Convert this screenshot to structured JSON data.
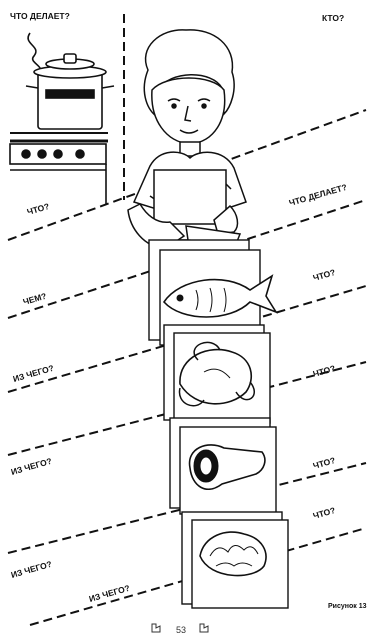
{
  "labels": {
    "what_does_top": "ЧТО ДЕЛАЕТ?",
    "who": "КТО?",
    "what_1": "ЧТО?",
    "what_does_2": "ЧТО ДЕЛАЕТ?",
    "with_what": "ЧЕМ?",
    "what_2": "ЧТО?",
    "from_what_1": "ИЗ ЧЕГО?",
    "what_3": "ЧТО?",
    "from_what_2": "ИЗ ЧЕГО?",
    "what_4": "ЧТО?",
    "from_what_3": "ИЗ ЧЕГО?",
    "what_5": "ЧТО?",
    "from_what_4": "ИЗ ЧЕГО?"
  },
  "figure_caption": "Рисунок 13",
  "page_number": "53",
  "icons": {
    "left": "pointing-hand-icon",
    "right": "pointing-hand-icon"
  },
  "colors": {
    "ink": "#111111",
    "paper": "#ffffff"
  }
}
